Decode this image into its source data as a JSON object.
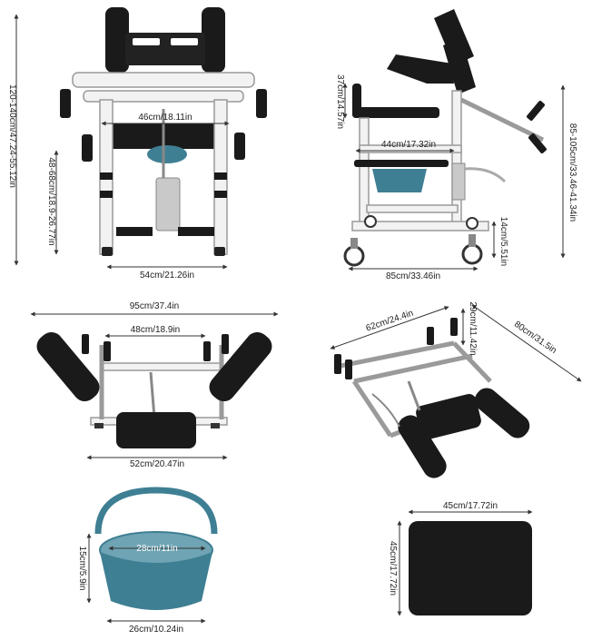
{
  "colors": {
    "frame": "#f2f2f2",
    "frame_edge": "#9a9a9a",
    "pad": "#1a1a1a",
    "bucket": "#3f7f93",
    "bucket_light": "#6fa4b4",
    "metal": "#c9c9c9",
    "dim": "#333333"
  },
  "dims": {
    "front_height": "120-140cm/47.24-55.12in",
    "front_width_top": "46cm/18.11in",
    "front_seat_height": "48-68cm/18.9-26.77in",
    "front_base_width": "54cm/21.26in",
    "side_back": "37cm/14.57in",
    "side_seat_width": "44cm/17.32in",
    "side_height": "85-105cm/33.46-41.34in",
    "side_clearance": "14cm/5.51in",
    "side_length": "85cm/33.46in",
    "top_outer": "95cm/37.4in",
    "top_inner": "48cm/18.9in",
    "top_base": "52cm/20.47in",
    "persp_width": "62cm/24.4in",
    "persp_arm": "29cm/11.42in",
    "persp_length": "80cm/31.5in",
    "bucket_height": "15cm/5.9in",
    "bucket_inner": "28cm/11in",
    "bucket_base": "26cm/10.24in",
    "cushion_width": "45cm/17.72in",
    "cushion_height": "45cm/17.72in"
  }
}
